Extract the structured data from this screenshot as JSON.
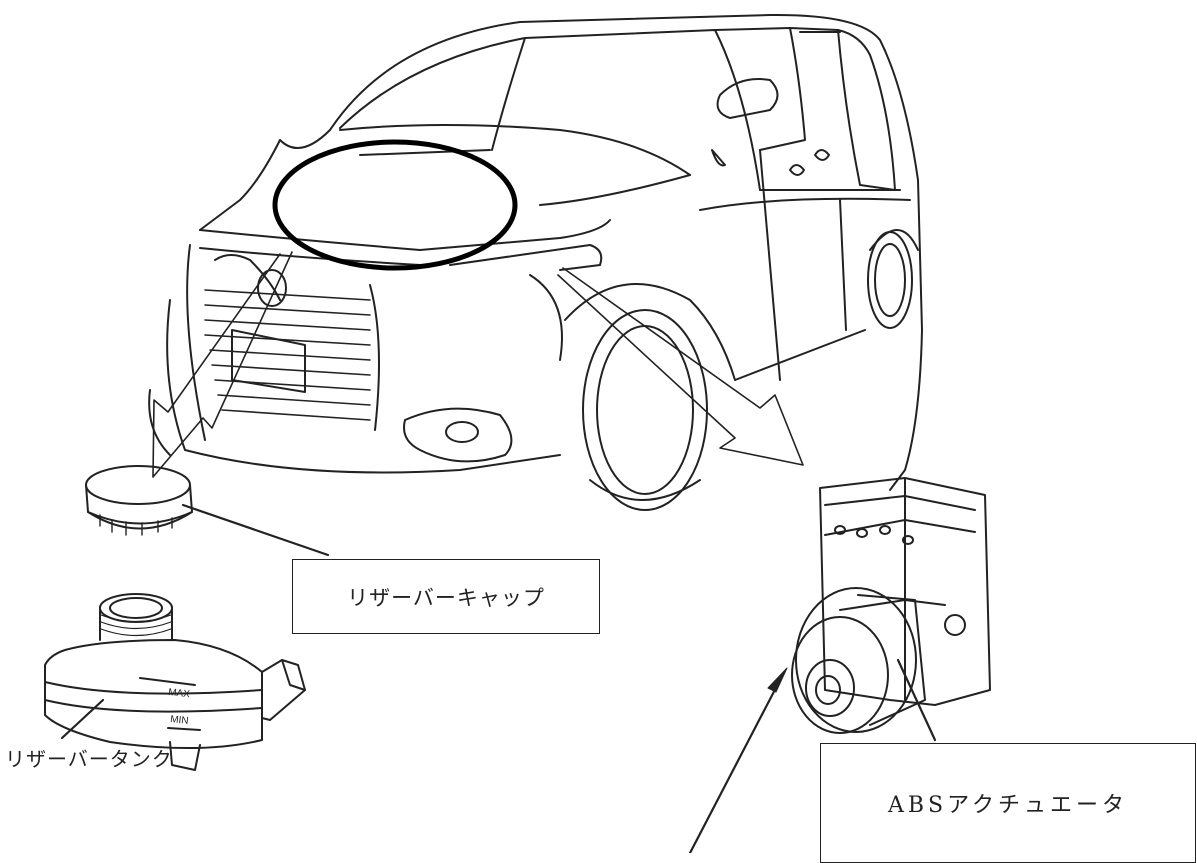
{
  "labels": {
    "reservoir_cap": "リザーバーキャップ",
    "reservoir_tank": "リザーバータンク",
    "abs_actuator": "ABSアクチュエータ"
  },
  "reservoir_markings": {
    "max": "MAX",
    "min": "MIN"
  },
  "colors": {
    "line": "#222222",
    "background": "#ffffff"
  }
}
